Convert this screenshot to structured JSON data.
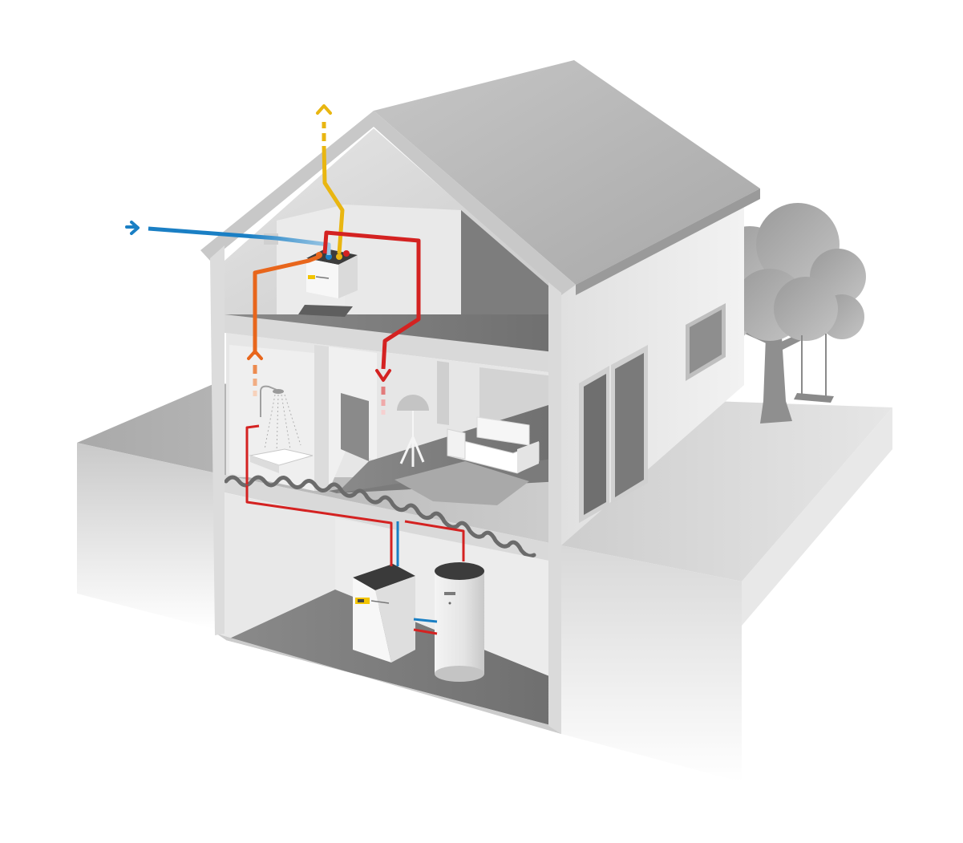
{
  "colors": {
    "supply_air": "#1a7fc4",
    "fresh_air": "#e9b611",
    "warm_supply": "#d42221",
    "extract_air": "#e8661c",
    "heating_pipe": "#d42221",
    "cold_water": "#1a7fc4",
    "device_accent": "#f2c400",
    "ground": "#bdbdbd",
    "wall": "#e4e4e4",
    "roof": "#b2b2b2",
    "floor_dark": "#7a7a7a"
  },
  "icons": {
    "ventilation_unit": "ventilation-unit-icon",
    "heat_pump": "heat-pump-icon",
    "hot_water_tank": "hot-water-tank-icon",
    "shower": "shower-icon",
    "floor_lamp": "floor-lamp-icon",
    "sofa": "sofa-icon",
    "tree": "tree-icon",
    "swing": "swing-icon"
  },
  "flows": [
    {
      "id": "outdoor-air-intake",
      "color_key": "supply_air",
      "direction": "in"
    },
    {
      "id": "exhaust-air-out",
      "color_key": "fresh_air",
      "direction": "up"
    },
    {
      "id": "supply-air-to-living",
      "color_key": "warm_supply",
      "direction": "down"
    },
    {
      "id": "extract-air-from-bathroom",
      "color_key": "extract_air",
      "direction": "up"
    }
  ]
}
